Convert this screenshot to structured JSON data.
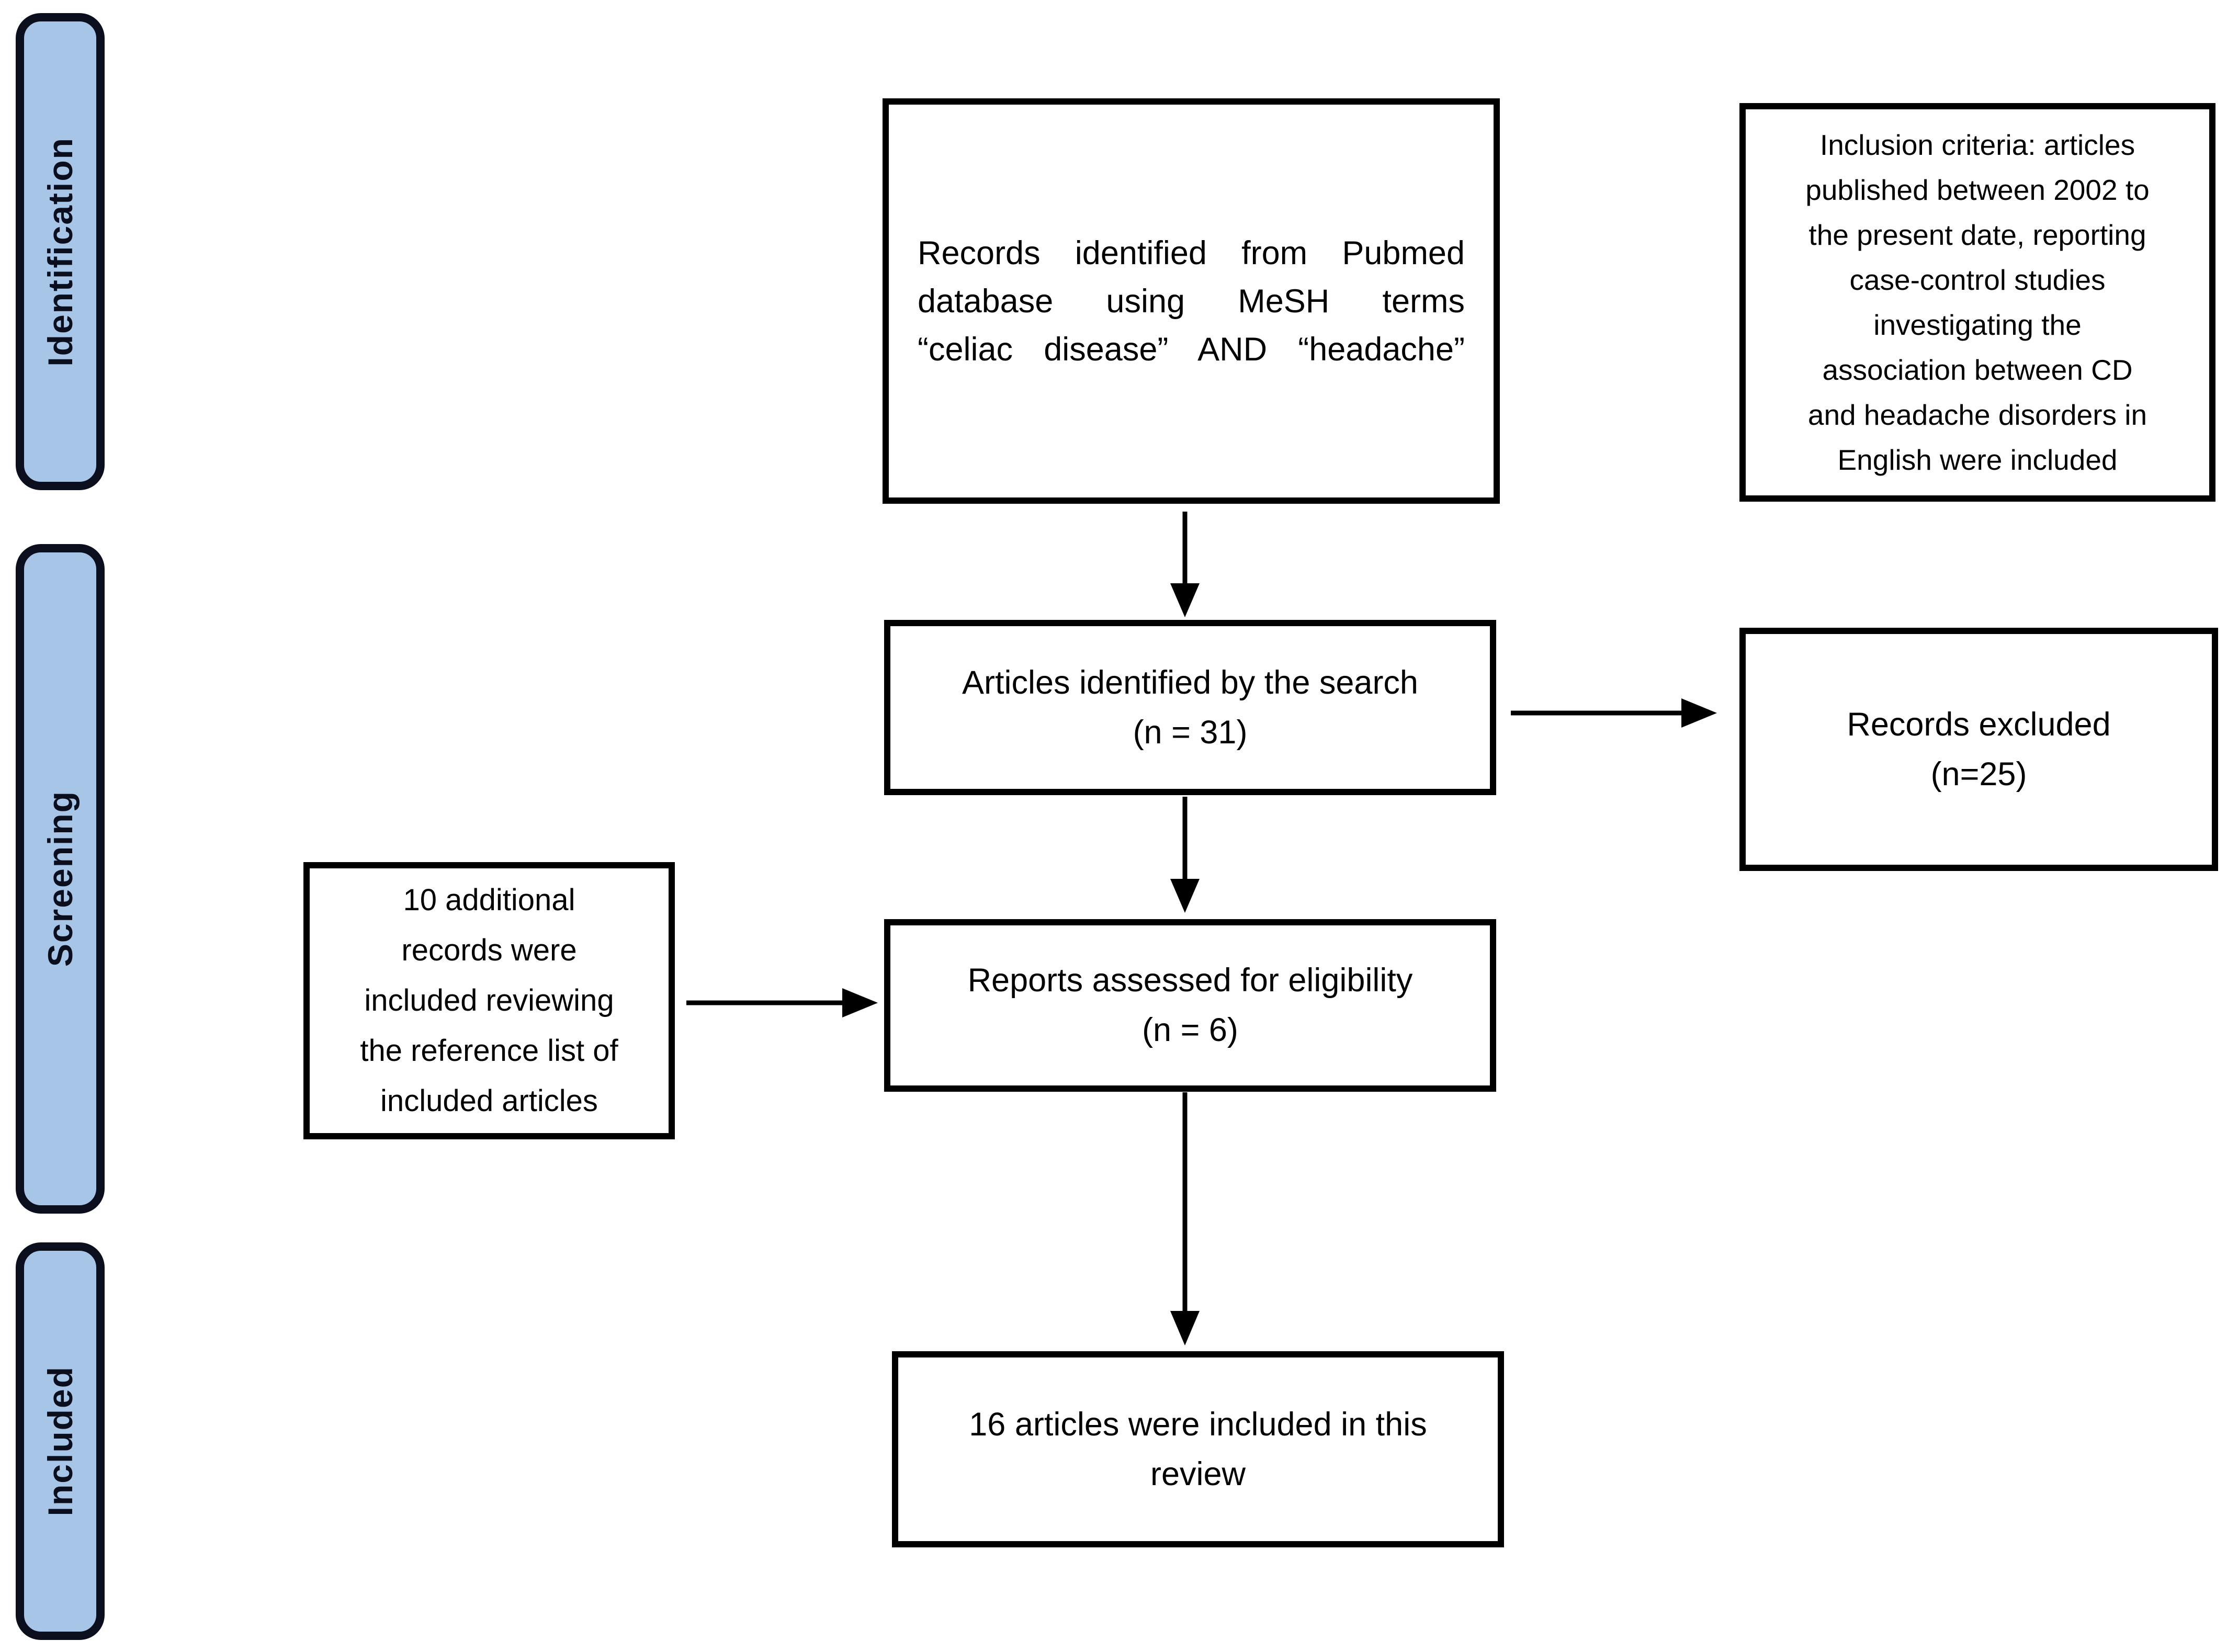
{
  "page": {
    "background": "#ffffff"
  },
  "sidebar": {
    "fill_color": "#a7c6e7",
    "border_color": "#0b0e1d",
    "stages": [
      {
        "label": "Identification"
      },
      {
        "label": "Screening"
      },
      {
        "label": "Included"
      }
    ]
  },
  "flowchart": {
    "box_border_color": "#000000",
    "records_identified": {
      "lines": [
        "Records identified from Pubmed",
        "database using MeSH terms",
        "“celiac disease” AND “headache”"
      ]
    },
    "inclusion_criteria": {
      "lines": [
        "Inclusion criteria: articles",
        "published between 2002 to",
        "the present date, reporting",
        "case-control studies",
        "investigating the",
        "association between CD",
        "and headache disorders in",
        "English were included"
      ]
    },
    "articles_identified": {
      "lines": [
        "Articles identified by the search",
        "(n = 31)"
      ]
    },
    "records_excluded": {
      "lines": [
        "Records excluded",
        "(n=25)"
      ]
    },
    "additional_records": {
      "lines": [
        "10 additional",
        "records were",
        "included reviewing",
        "the reference list of",
        "included articles"
      ]
    },
    "reports_assessed": {
      "lines": [
        "Reports assessed for eligibility",
        "(n = 6)"
      ]
    },
    "included_review": {
      "lines": [
        "16 articles were included in this",
        "review"
      ]
    }
  }
}
